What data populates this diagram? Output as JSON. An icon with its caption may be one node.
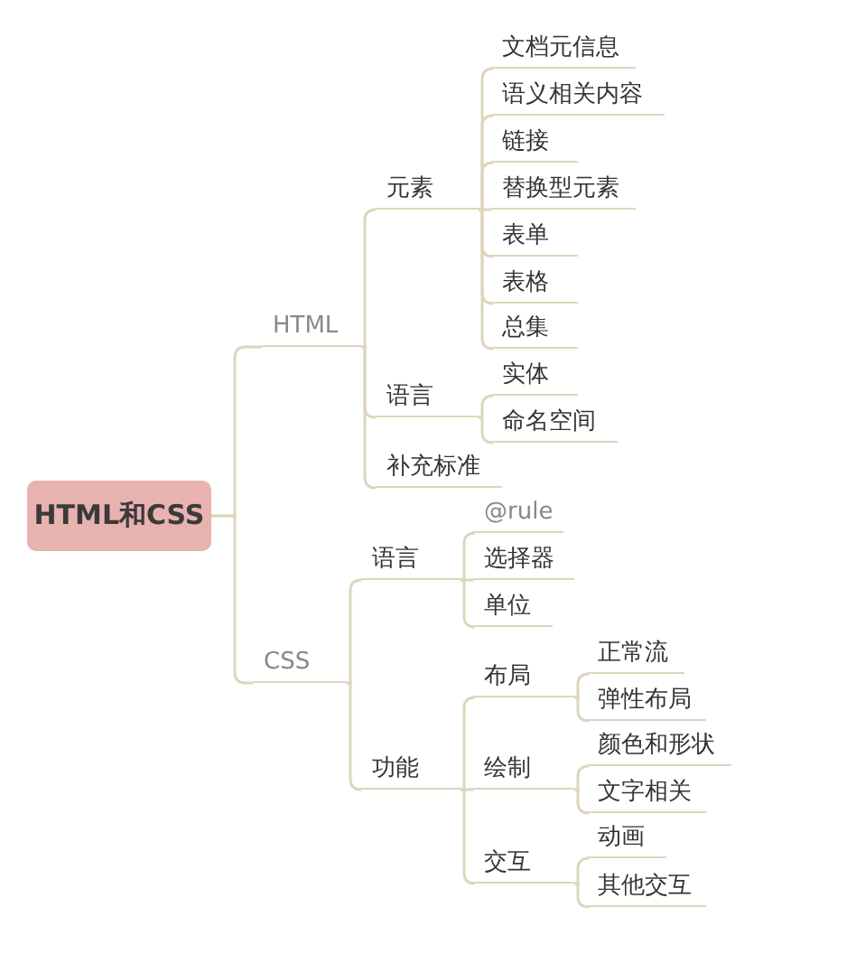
{
  "diagram": {
    "nodes": [
      {
        "text": [
          "HTML和CSS"
        ]
      },
      {
        "text": [
          "HTML"
        ]
      },
      {
        "text": [
          "元素"
        ]
      },
      {
        "text": [
          "文档元信息"
        ]
      },
      {
        "text": [
          "语义相关内容"
        ]
      },
      {
        "text": [
          "链接"
        ]
      },
      {
        "text": [
          "替换型元素"
        ]
      },
      {
        "text": [
          "表单"
        ]
      },
      {
        "text": [
          "表格"
        ]
      },
      {
        "text": [
          "总集"
        ]
      },
      {
        "text": [
          "语言"
        ]
      },
      {
        "text": [
          "实体"
        ]
      },
      {
        "text": [
          "命名空间"
        ]
      },
      {
        "text": [
          "补充标准"
        ]
      },
      {
        "text": [
          "CSS"
        ]
      },
      {
        "text": [
          "语言"
        ]
      },
      {
        "text": [
          "@rule"
        ]
      },
      {
        "text": [
          "选择器"
        ]
      },
      {
        "text": [
          "单位"
        ]
      },
      {
        "text": [
          "功能"
        ]
      },
      {
        "text": [
          "布局"
        ]
      },
      {
        "text": [
          "正常流"
        ]
      },
      {
        "text": [
          "弹性布局"
        ]
      },
      {
        "text": [
          "绘制"
        ]
      },
      {
        "text": [
          "颜色和形状"
        ]
      },
      {
        "text": [
          "文字相关"
        ]
      },
      {
        "text": [
          "交互"
        ]
      },
      {
        "text": [
          "动画"
        ]
      },
      {
        "text": [
          "其他交互"
        ]
      }
    ],
    "edges": [
      {
        "from": 0,
        "to": 1,
        "arrow": "none"
      },
      {
        "from": 1,
        "to": 2,
        "arrow": "none"
      },
      {
        "from": 2,
        "to": 3,
        "arrow": "none"
      },
      {
        "from": 2,
        "to": 4,
        "arrow": "none"
      },
      {
        "from": 2,
        "to": 5,
        "arrow": "none"
      },
      {
        "from": 2,
        "to": 6,
        "arrow": "none"
      },
      {
        "from": 2,
        "to": 7,
        "arrow": "none"
      },
      {
        "from": 2,
        "to": 8,
        "arrow": "none"
      },
      {
        "from": 2,
        "to": 9,
        "arrow": "none"
      },
      {
        "from": 1,
        "to": 10,
        "arrow": "none"
      },
      {
        "from": 10,
        "to": 11,
        "arrow": "none"
      },
      {
        "from": 10,
        "to": 12,
        "arrow": "none"
      },
      {
        "from": 1,
        "to": 13,
        "arrow": "none"
      },
      {
        "from": 0,
        "to": 14,
        "arrow": "none"
      },
      {
        "from": 14,
        "to": 15,
        "arrow": "none"
      },
      {
        "from": 15,
        "to": 16,
        "arrow": "none"
      },
      {
        "from": 15,
        "to": 17,
        "arrow": "none"
      },
      {
        "from": 15,
        "to": 18,
        "arrow": "none"
      },
      {
        "from": 14,
        "to": 19,
        "arrow": "none"
      },
      {
        "from": 19,
        "to": 20,
        "arrow": "none"
      },
      {
        "from": 20,
        "to": 21,
        "arrow": "none"
      },
      {
        "from": 20,
        "to": 22,
        "arrow": "none"
      },
      {
        "from": 19,
        "to": 23,
        "arrow": "none"
      },
      {
        "from": 23,
        "to": 24,
        "arrow": "none"
      },
      {
        "from": 23,
        "to": 25,
        "arrow": "none"
      },
      {
        "from": 19,
        "to": 26,
        "arrow": "none"
      },
      {
        "from": 26,
        "to": 27,
        "arrow": "none"
      },
      {
        "from": 26,
        "to": 28,
        "arrow": "none"
      }
    ]
  }
}
